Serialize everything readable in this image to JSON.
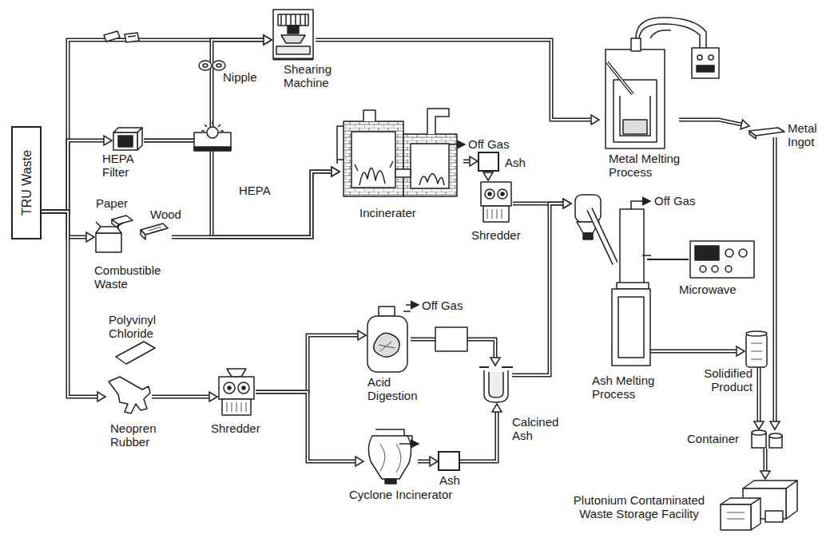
{
  "diagram": {
    "nodes": [
      {
        "text": [
          "TRU Waste"
        ]
      },
      {
        "text": [
          "Shearing Machine"
        ]
      },
      {
        "text": [
          "Nipple"
        ]
      },
      {
        "text": [
          "HEPA Filter"
        ]
      },
      {
        "text": [
          "Paper",
          "Wood",
          "Combustible Waste"
        ]
      },
      {
        "text": [
          "Incinerater"
        ]
      },
      {
        "text": [
          "Ash"
        ]
      },
      {
        "text": [
          "Shredder"
        ]
      },
      {
        "text": [
          "Metal Melting Process"
        ]
      },
      {
        "text": [
          "Metal Ingot"
        ]
      },
      {
        "text": [
          "Ash Melting Process"
        ]
      },
      {
        "text": [
          "Microwave"
        ]
      },
      {
        "text": [
          "Solidified Product"
        ]
      },
      {
        "text": [
          "Polyvinyl Chloride"
        ]
      },
      {
        "text": [
          "Neopren Rubber"
        ]
      },
      {
        "text": [
          "Shredder"
        ]
      },
      {
        "text": [
          "Acid Digestion"
        ]
      },
      {
        "text": [
          "Calcined Ash"
        ]
      },
      {
        "text": [
          "Cyclone Incinerator"
        ]
      },
      {
        "text": [
          "Ash"
        ]
      },
      {
        "text": [
          "Container"
        ]
      },
      {
        "text": [
          "Plutonium Contaminated Waste Storage Facility"
        ]
      }
    ],
    "edges": [
      {
        "from": 0,
        "to": 1,
        "arrow": "to"
      },
      {
        "from": 0,
        "to": 3,
        "arrow": "to"
      },
      {
        "from": 0,
        "to": 4,
        "arrow": "to"
      },
      {
        "from": 0,
        "to": 14,
        "arrow": "to"
      },
      {
        "from": 3,
        "to": 1,
        "arrow": "to"
      },
      {
        "from": 3,
        "to": 5,
        "arrow": "to"
      },
      {
        "from": 4,
        "to": 5,
        "arrow": "to"
      },
      {
        "from": 1,
        "to": 8,
        "arrow": "to"
      },
      {
        "from": 8,
        "to": 9,
        "arrow": "to"
      },
      {
        "from": 5,
        "to": 6,
        "arrow": "to"
      },
      {
        "from": 6,
        "to": 7,
        "arrow": "to"
      },
      {
        "from": 7,
        "to": 10,
        "arrow": "to"
      },
      {
        "from": 14,
        "to": 15,
        "arrow": "to"
      },
      {
        "from": 15,
        "to": 16,
        "arrow": "to"
      },
      {
        "from": 15,
        "to": 18,
        "arrow": "to"
      },
      {
        "from": 16,
        "to": 17,
        "arrow": "to"
      },
      {
        "from": 18,
        "to": 19,
        "arrow": "to"
      },
      {
        "from": 19,
        "to": 17,
        "arrow": "to"
      },
      {
        "from": 17,
        "to": 10,
        "arrow": "to"
      },
      {
        "from": 11,
        "to": 10,
        "arrow": "none"
      },
      {
        "from": 10,
        "to": 12,
        "arrow": "to"
      },
      {
        "from": 9,
        "to": 20,
        "arrow": "to"
      },
      {
        "from": 12,
        "to": 20,
        "arrow": "to"
      },
      {
        "from": 20,
        "to": 21,
        "arrow": "to"
      }
    ],
    "labels": [
      "HEPA",
      "Off Gas",
      "Off Gas",
      "Off Gas"
    ]
  }
}
